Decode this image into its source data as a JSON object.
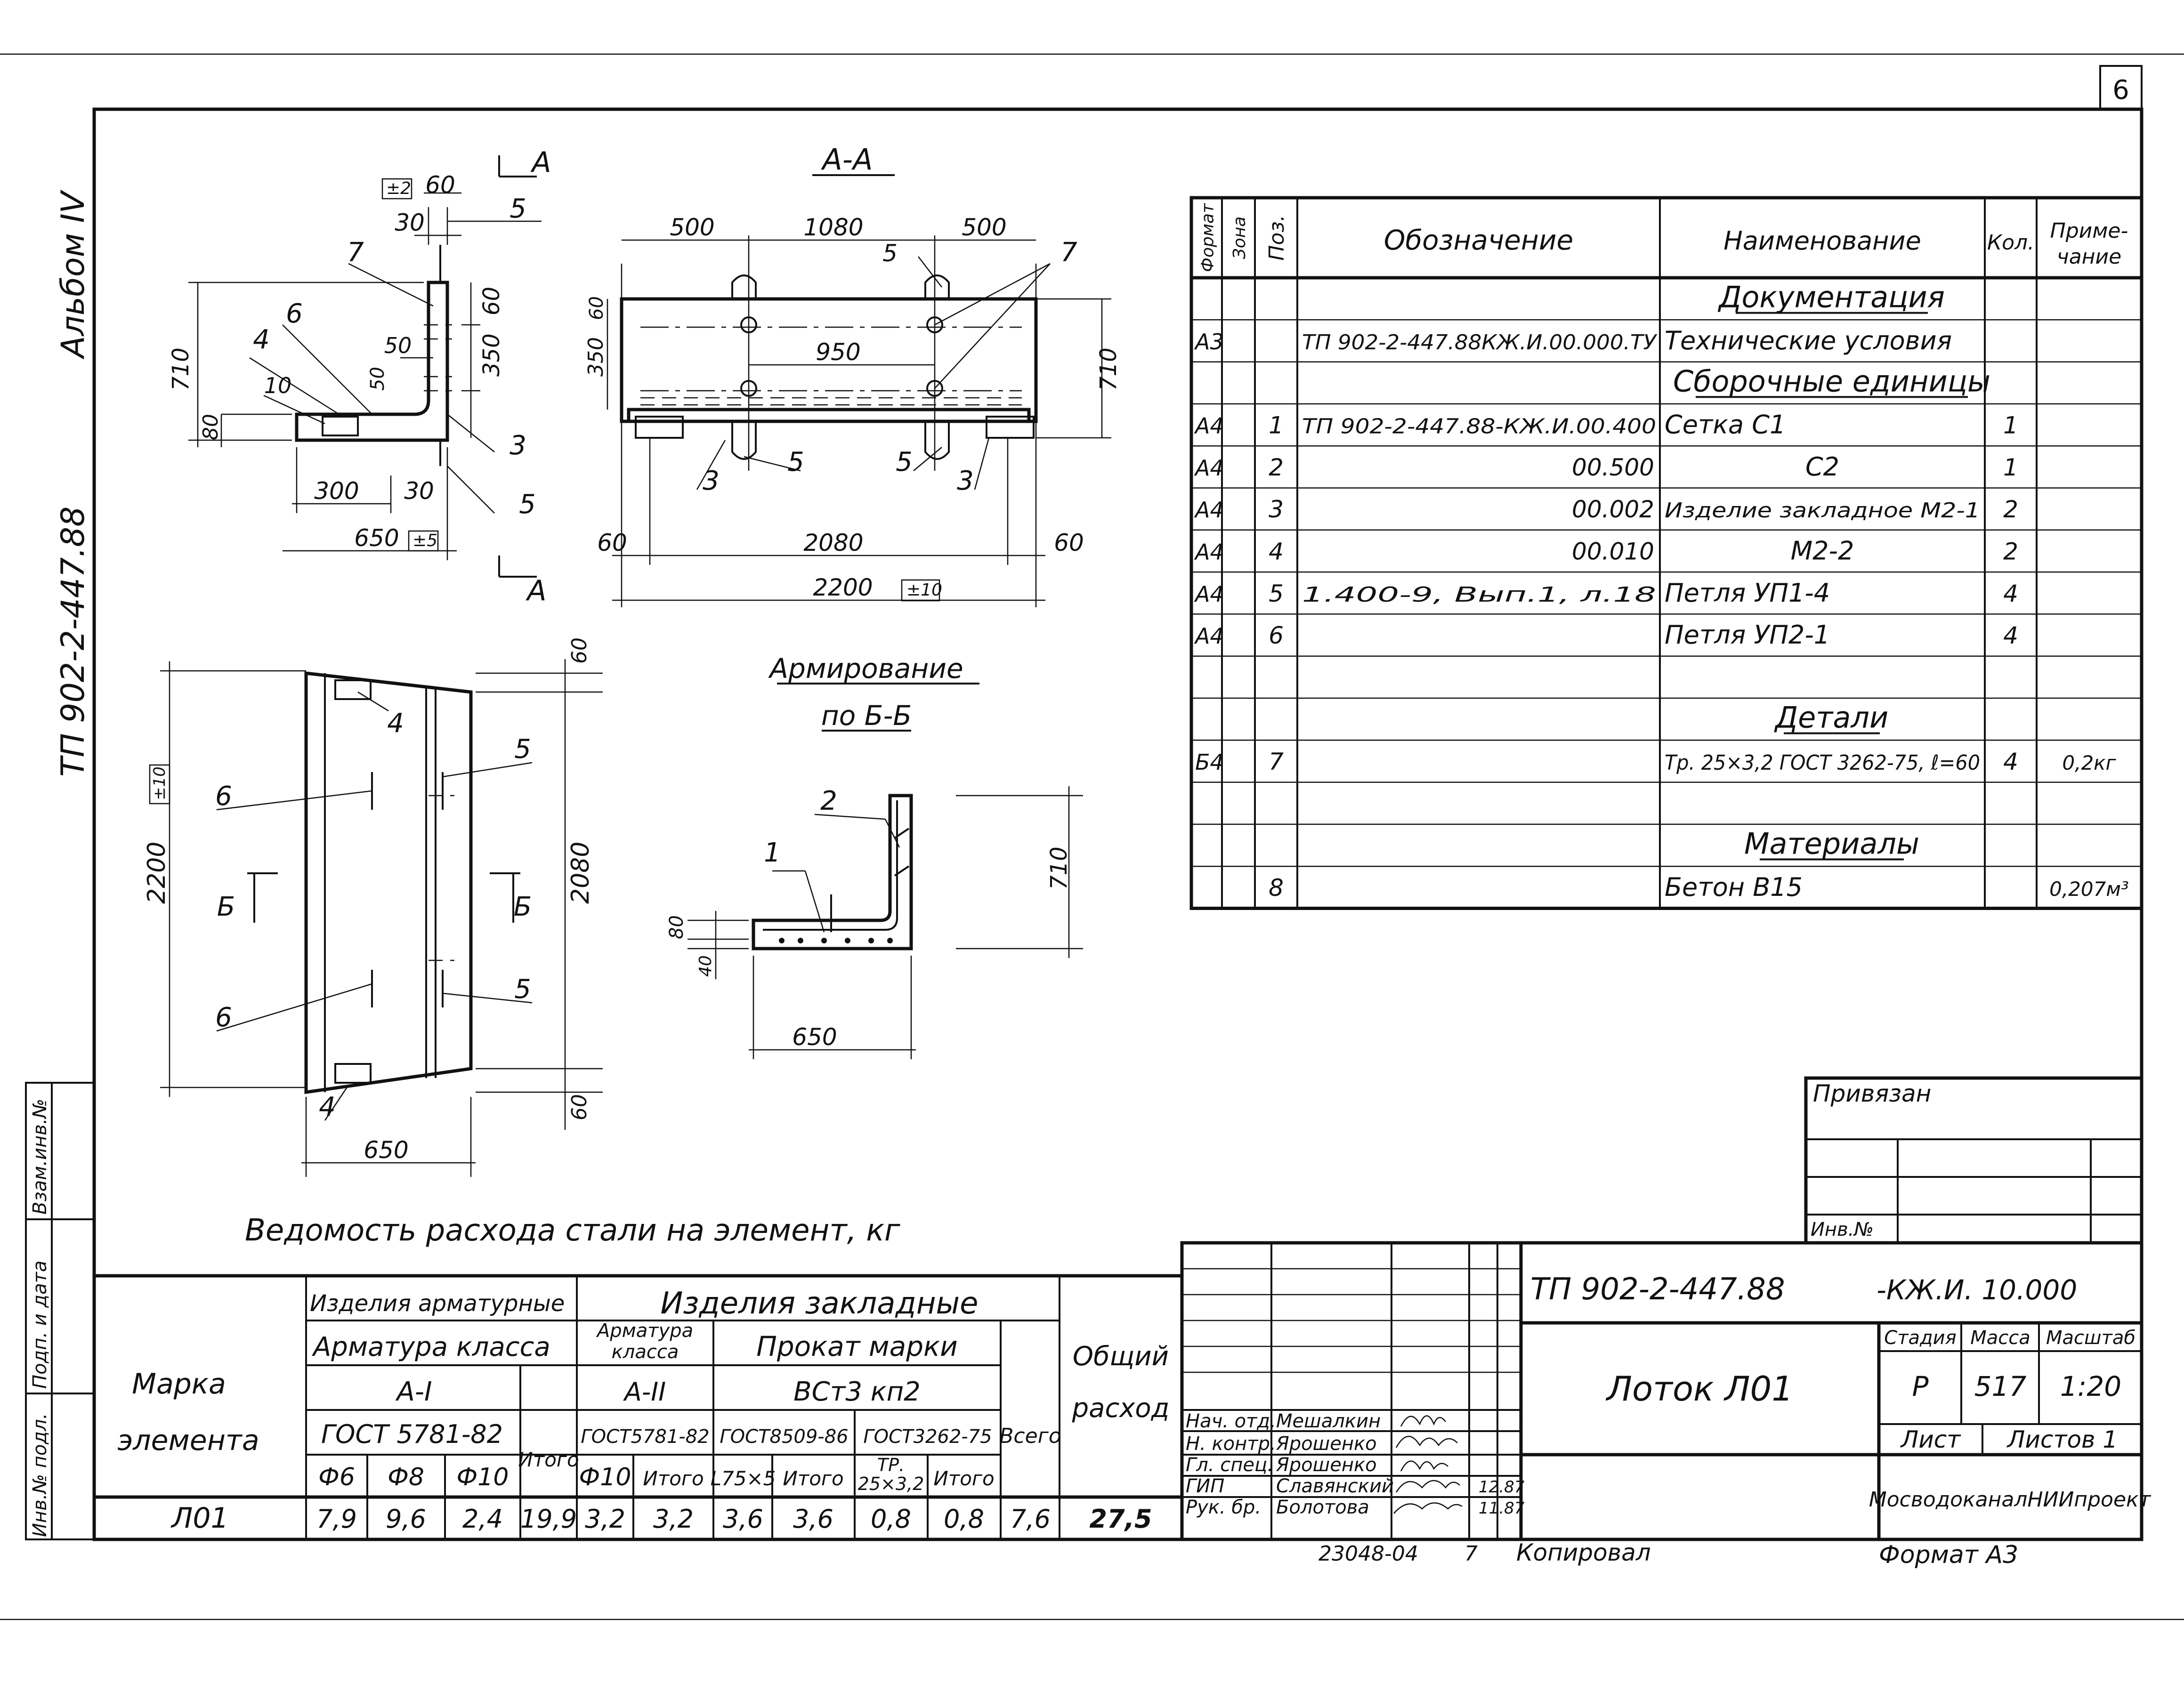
{
  "sheet": {
    "number": "6",
    "side_album": "Альбом IV",
    "side_code": "ТП 902-2-447.88",
    "tol_2": "±2",
    "tol_5": "±5",
    "tol_10": "±10"
  },
  "side_stamp": [
    "Инв.№ подл.",
    "Подп. и дата",
    "Взам.инв.№"
  ],
  "views": {
    "section_title": "А-А",
    "reinf_title_1": "Армирование",
    "reinf_title_2": "по Б-Б",
    "sec_A": "А",
    "sec_B": "Б",
    "dims_cross": [
      "60",
      "30",
      "5",
      "7",
      "60",
      "6",
      "350",
      "710",
      "50",
      "50",
      "4",
      "10",
      "80",
      "3",
      "300",
      "30",
      "5",
      "650"
    ],
    "dims_front": [
      "500",
      "1080",
      "500",
      "5",
      "7",
      "60",
      "350",
      "950",
      "710",
      "3",
      "5",
      "5",
      "3",
      "60",
      "2080",
      "60",
      "2200"
    ],
    "dims_plan": [
      "60",
      "4",
      "5",
      "6",
      "2200",
      "2080",
      "6",
      "5",
      "4",
      "60",
      "650"
    ],
    "dims_reinf": [
      "2",
      "1",
      "710",
      "80",
      "40",
      "650"
    ]
  },
  "spec": {
    "headers": [
      "Формат",
      "Зона",
      "Поз.",
      "Обозначение",
      "Наименование",
      "Кол.",
      "Приме-чание"
    ],
    "rows": [
      {
        "fmt": "",
        "zone": "",
        "pos": "",
        "des": "",
        "name": "Документация",
        "qty": "",
        "note": "",
        "heading": true
      },
      {
        "fmt": "А3",
        "zone": "",
        "pos": "",
        "des": "ТП 902-2-447.88КЖ.И.00.000.ТУ",
        "name": "Технические условия",
        "qty": "",
        "note": ""
      },
      {
        "fmt": "",
        "zone": "",
        "pos": "",
        "des": "",
        "name": "Сборочные единицы",
        "qty": "",
        "note": "",
        "heading": true
      },
      {
        "fmt": "А4",
        "zone": "",
        "pos": "1",
        "des": "ТП 902-2-447.88-КЖ.И.00.400",
        "name": "Сетка  С1",
        "qty": "1",
        "note": ""
      },
      {
        "fmt": "А4",
        "zone": "",
        "pos": "2",
        "des": "00.500",
        "name": "С2",
        "qty": "1",
        "note": ""
      },
      {
        "fmt": "А4",
        "zone": "",
        "pos": "3",
        "des": "00.002",
        "name": "Изделие закладное М2-1",
        "qty": "2",
        "note": ""
      },
      {
        "fmt": "А4",
        "zone": "",
        "pos": "4",
        "des": "00.010",
        "name": "М2-2",
        "qty": "2",
        "note": ""
      },
      {
        "fmt": "А4",
        "zone": "",
        "pos": "5",
        "des": "1.400-9, Вып.1, л.18",
        "name": "Петля     УП1-4",
        "qty": "4",
        "note": ""
      },
      {
        "fmt": "А4",
        "zone": "",
        "pos": "6",
        "des": "",
        "name": "Петля     УП2-1",
        "qty": "4",
        "note": ""
      },
      {
        "fmt": "",
        "zone": "",
        "pos": "",
        "des": "",
        "name": "",
        "qty": "",
        "note": ""
      },
      {
        "fmt": "",
        "zone": "",
        "pos": "",
        "des": "",
        "name": "Детали",
        "qty": "",
        "note": "",
        "heading": true
      },
      {
        "fmt": "Б4",
        "zone": "",
        "pos": "7",
        "des": "",
        "name": "Тр. 25×3,2 ГОСТ 3262-75, ℓ=60",
        "qty": "4",
        "note": "0,2кг"
      },
      {
        "fmt": "",
        "zone": "",
        "pos": "",
        "des": "",
        "name": "",
        "qty": "",
        "note": ""
      },
      {
        "fmt": "",
        "zone": "",
        "pos": "",
        "des": "",
        "name": "Материалы",
        "qty": "",
        "note": "",
        "heading": true
      },
      {
        "fmt": "",
        "zone": "",
        "pos": "8",
        "des": "",
        "name": "Бетон  В15",
        "qty": "",
        "note": "0,207м³"
      }
    ]
  },
  "privyazan": {
    "title": "Привязан",
    "inv": "Инв.№"
  },
  "steel": {
    "title": "Ведомость  расхода  стали  на  элемент, кг",
    "mark_1": "Марка",
    "mark_2": "элемента",
    "arm_group": "Изделия арматурные",
    "arm_class": "Арматура класса",
    "arm_AI": "А-I",
    "arm_gost": "ГОСТ 5781-82",
    "emb_group": "Изделия закладные",
    "emb_arm_1": "Арматура",
    "emb_arm_2": "класса",
    "emb_prokat": "Прокат марки",
    "emb_AII": "А-II",
    "emb_steel": "ВСт3 кп2",
    "emb_gost1": "ГОСТ5781-82",
    "emb_gost2": "ГОСТ8509-86",
    "emb_gost3": "ГОСТ3262-75",
    "itogo": "Итого",
    "vsego": "Всего",
    "total_1": "Общий",
    "total_2": "расход",
    "sub": [
      "Ф6",
      "Ф8",
      "Ф10",
      "Ф10",
      "Итого",
      "L75×5",
      "Итого",
      "ТР. 25×3,2",
      "Итого"
    ],
    "row": [
      "Л01",
      "7,9",
      "9,6",
      "2,4",
      "19,9",
      "3,2",
      "3,2",
      "3,6",
      "3,6",
      "0,8",
      "0,8",
      "7,6",
      "27,5"
    ]
  },
  "title_block": {
    "code": "ТП 902-2-447.88",
    "code_suffix": "-КЖ.И. 10.000",
    "name": "Лоток Л01",
    "stage_h": "Стадия",
    "mass_h": "Масса",
    "scale_h": "Масштаб",
    "stage": "Р",
    "mass": "517",
    "scale": "1:20",
    "list": "Лист",
    "lists": "Листов 1",
    "org": "МосводоканалНИИпроект",
    "people": [
      {
        "role": "Нач. отд.",
        "name": "Мешалкин",
        "date": ""
      },
      {
        "role": "Н. контр.",
        "name": "Ярошенко",
        "date": ""
      },
      {
        "role": "Гл. спец.",
        "name": "Ярошенко",
        "date": ""
      },
      {
        "role": "ГИП",
        "name": "Славянский",
        "date": "12.87"
      },
      {
        "role": "Рук. бр.",
        "name": "Болотова",
        "date": "11.87"
      }
    ],
    "bottom_num": "23048-04",
    "bottom_7": "7",
    "copied": "Копировал",
    "format": "Формат А3"
  }
}
